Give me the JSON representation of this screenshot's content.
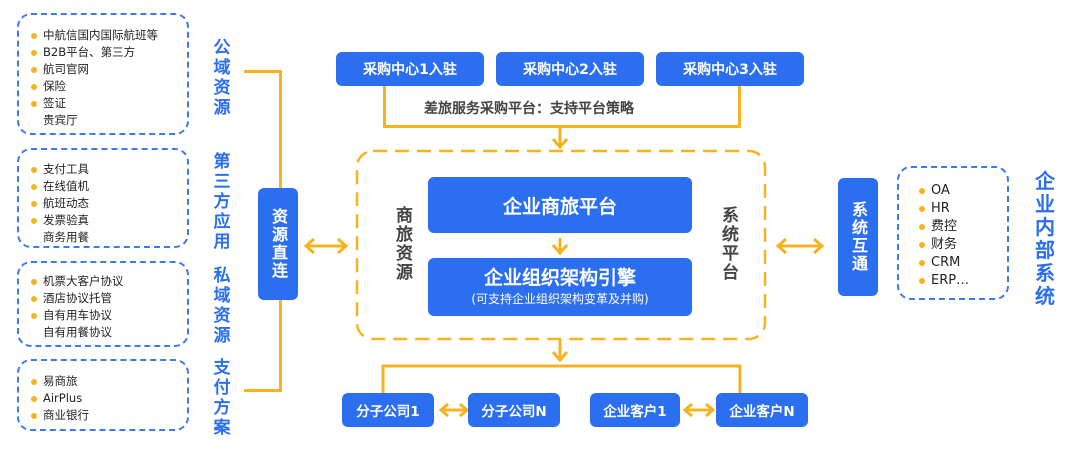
{
  "left_groups": [
    {
      "items": [
        "中航信国内国际航班等",
        "B2B平台、第三方",
        "航司官网",
        "保险",
        "签证",
        "贵宾厅"
      ],
      "label": "公域资源"
    },
    {
      "items": [
        "支付工具",
        "在线值机",
        "航班动态",
        "发票验真",
        "商务用餐"
      ],
      "label": "第三方应用"
    },
    {
      "items": [
        "机票大客户协议",
        "酒店协议托管",
        "自有用车协议",
        "自有用餐协议"
      ],
      "label": "私域资源"
    },
    {
      "items": [
        "易商旅",
        "AirPlus",
        "商业银行"
      ],
      "label": "支付方案"
    }
  ],
  "resource_direct": "资源直连",
  "procurement": {
    "centers": [
      "采购中心1入驻",
      "采购中心2入驻",
      "采购中心3入驻"
    ],
    "platform_label": "差旅服务采购平台：支持平台策略"
  },
  "center": {
    "left_label": "商旅资源",
    "right_label": "系统平台",
    "travel_platform": "企业商旅平台",
    "engine_title": "企业组织架构引擎",
    "engine_subtitle": "(可支持企业组织架构变革及并购)"
  },
  "system_interop": "系统互通",
  "internal": {
    "items": [
      "OA",
      "HR",
      "费控",
      "财务",
      "CRM",
      "ERP…"
    ],
    "label": "企业内部系统"
  },
  "bottom": [
    "分子公司1",
    "分子公司N",
    "企业客户1",
    "企业客户N"
  ],
  "colors": {
    "blue": "#2b6ff0",
    "orange": "#f5b320",
    "dashed_blue": "#3a7bf0"
  }
}
